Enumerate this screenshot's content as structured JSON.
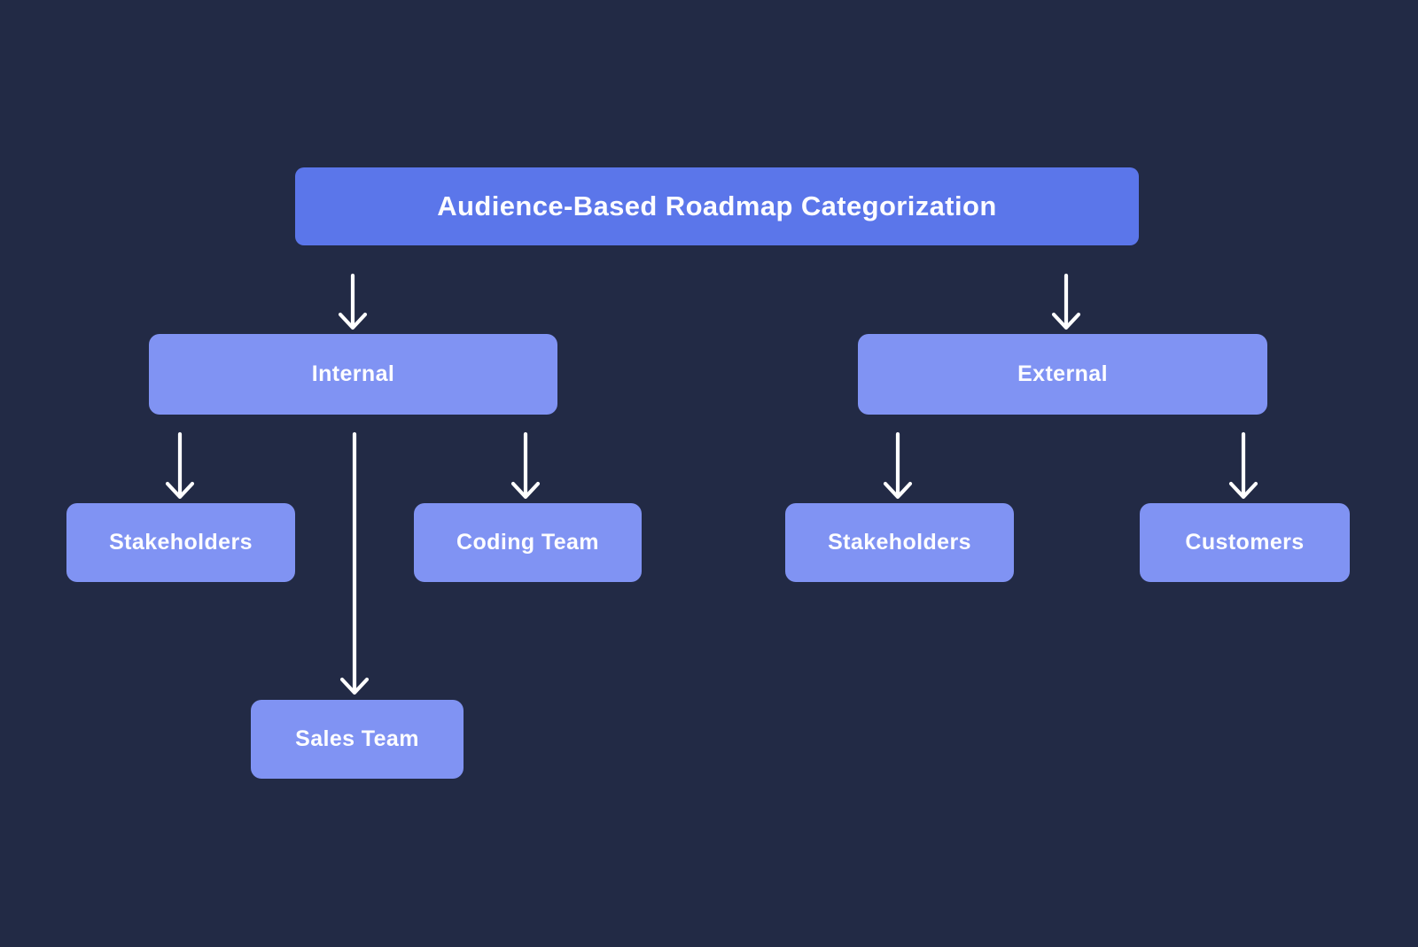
{
  "diagram": {
    "title": "Audience-Based Roadmap Categorization",
    "type": "flowchart",
    "colors": {
      "background": "#222a45",
      "root_node_fill": "#5b76ea",
      "child_node_fill": "#8093f3",
      "node_text": "#fdfdff",
      "arrow": "#ffffff"
    },
    "nodes": {
      "root": {
        "label": "Audience-Based Roadmap Categorization"
      },
      "internal": {
        "label": "Internal"
      },
      "external": {
        "label": "External"
      },
      "internal_stakeholders": {
        "label": "Stakeholders"
      },
      "coding_team": {
        "label": "Coding Team"
      },
      "sales_team": {
        "label": "Sales Team"
      },
      "external_stakeholders": {
        "label": "Stakeholders"
      },
      "customers": {
        "label": "Customers"
      }
    },
    "edges": [
      {
        "from": "root",
        "to": "internal"
      },
      {
        "from": "root",
        "to": "external"
      },
      {
        "from": "internal",
        "to": "internal_stakeholders"
      },
      {
        "from": "internal",
        "to": "coding_team"
      },
      {
        "from": "internal",
        "to": "sales_team"
      },
      {
        "from": "external",
        "to": "external_stakeholders"
      },
      {
        "from": "external",
        "to": "customers"
      }
    ]
  }
}
